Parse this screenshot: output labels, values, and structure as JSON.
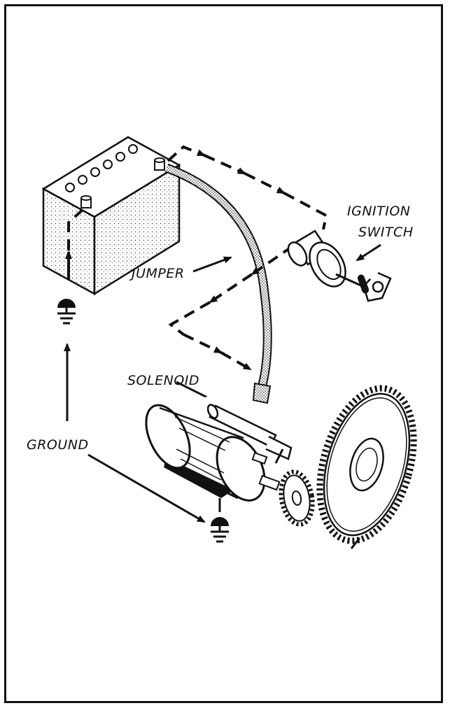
{
  "labels": {
    "ignition_line1": "IGNITION",
    "ignition_line2": "SWITCH",
    "jumper": "JUMPER",
    "solenoid": "SOLENOID",
    "ground": "GROUND"
  },
  "colors": {
    "ink": "#111111",
    "paper": "#ffffff"
  }
}
